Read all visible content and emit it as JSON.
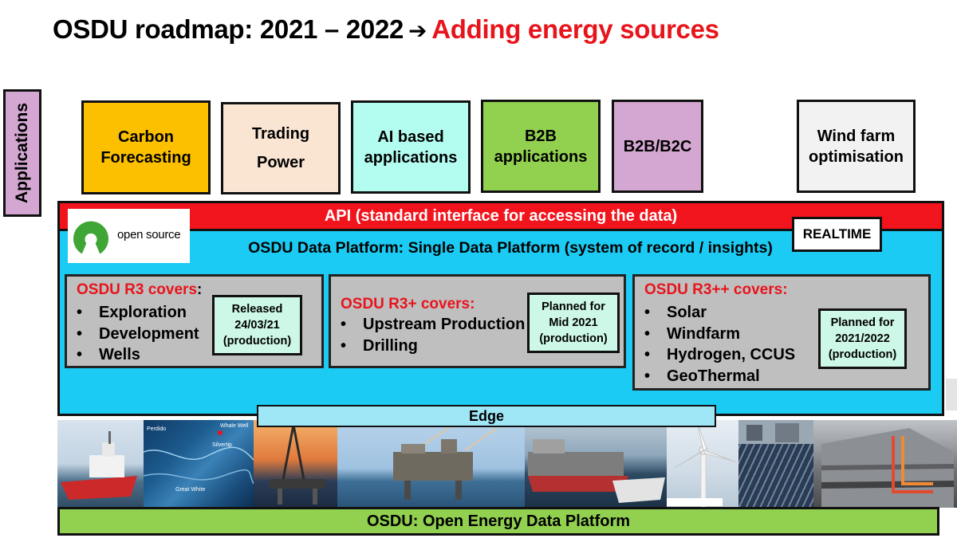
{
  "title": {
    "main": "OSDU roadmap: 2021 – 2022",
    "accent": "Adding energy sources",
    "arrow_icon": "right-arrow-icon"
  },
  "applications_label": "Applications",
  "apps": [
    {
      "lines": [
        "Carbon",
        "Forecasting"
      ],
      "color": "#fcc000"
    },
    {
      "lines": [
        "Trading",
        "Power"
      ],
      "color": "#fae5d3"
    },
    {
      "lines": [
        "AI based",
        "applications"
      ],
      "color": "#b3fcf0"
    },
    {
      "lines": [
        "B2B",
        "applications"
      ],
      "color": "#92d050"
    },
    {
      "lines": [
        "B2B/B2C"
      ],
      "color": "#d3a7d1"
    },
    {
      "lines": [
        "Wind farm",
        "optimisation"
      ],
      "color": "#f2f2f2"
    }
  ],
  "api_bar": "API (standard interface for accessing the data)",
  "logo": {
    "icon": "open-source-logo-icon",
    "text": "open source"
  },
  "realtime": "REALTIME",
  "platform_title": "OSDU Data Platform: Single Data Platform (system of record / insights)",
  "releases": [
    {
      "head": "OSDU R3 covers",
      "head_suffix": ":",
      "items": [
        "Exploration",
        "Development",
        "Wells"
      ],
      "note": [
        "Released",
        "24/03/21",
        "(production)"
      ]
    },
    {
      "head": "OSDU R3+ covers:",
      "head_suffix": "",
      "items": [
        "Upstream Production",
        "Drilling"
      ],
      "note": [
        "Planned for",
        "Mid 2021",
        "(production)"
      ]
    },
    {
      "head": "OSDU R3++ covers:",
      "head_suffix": "",
      "items": [
        "Solar",
        "Windfarm",
        "Hydrogen, CCUS",
        "GeoThermal"
      ],
      "note": [
        "Planned for",
        "2021/2022",
        "(production)"
      ]
    }
  ],
  "edge": "Edge",
  "map_labels": [
    "Whale Well",
    "Silvertip",
    "Great White",
    "Perdido"
  ],
  "bottom_bar": "OSDU: Open Energy Data Platform",
  "colors": {
    "red": "#e8141c",
    "platform_blue": "#1bcbf3",
    "green": "#92d050",
    "panel_grey": "#bfbfbf",
    "note_mint": "#cdf7e6"
  }
}
